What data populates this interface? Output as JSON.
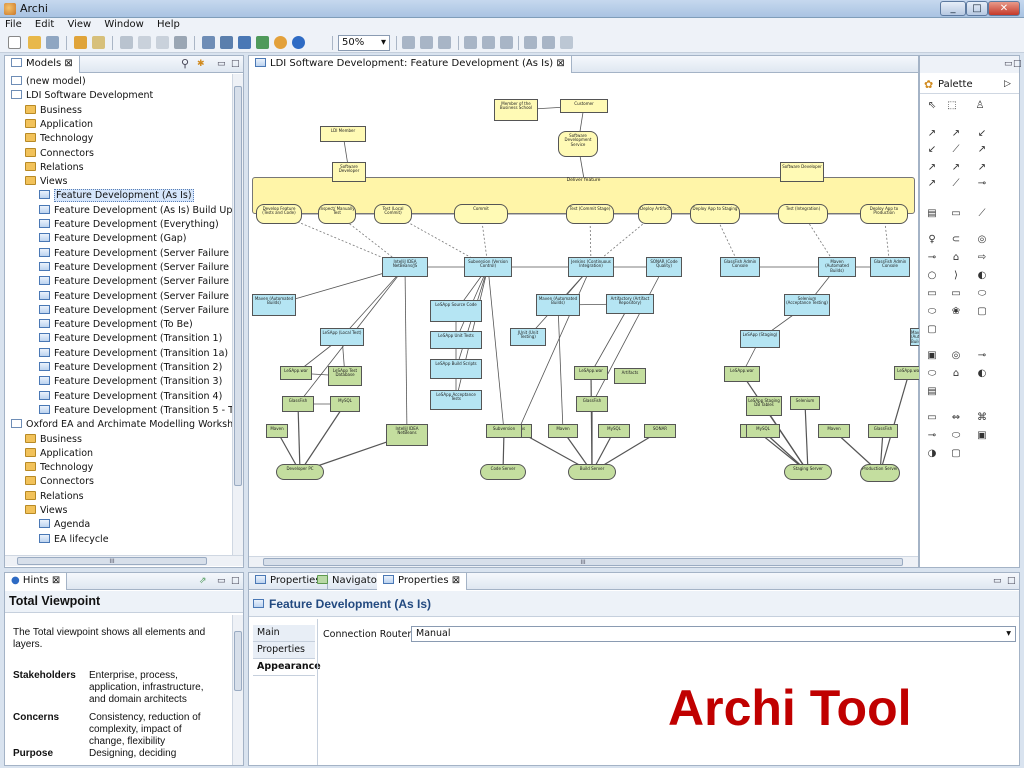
{
  "window": {
    "title": "Archi",
    "min": "_",
    "max": "□",
    "close": "✕"
  },
  "menu": [
    "File",
    "Edit",
    "View",
    "Window",
    "Help"
  ],
  "toolbar": {
    "zoom": "50%"
  },
  "models_panel": {
    "tab": "Models",
    "tree": [
      {
        "label": "(new model)",
        "indent": 1,
        "icon": "model"
      },
      {
        "label": "LDI Software Development",
        "indent": 1,
        "icon": "model"
      },
      {
        "label": "Business",
        "indent": 2,
        "icon": "folder"
      },
      {
        "label": "Application",
        "indent": 2,
        "icon": "folder"
      },
      {
        "label": "Technology",
        "indent": 2,
        "icon": "folder"
      },
      {
        "label": "Connectors",
        "indent": 2,
        "icon": "folder"
      },
      {
        "label": "Relations",
        "indent": 2,
        "icon": "folder"
      },
      {
        "label": "Views",
        "indent": 2,
        "icon": "folder"
      },
      {
        "label": "Feature Development (As Is)",
        "indent": 3,
        "icon": "view",
        "selected": true
      },
      {
        "label": "Feature Development (As Is) Build Up",
        "indent": 3,
        "icon": "view"
      },
      {
        "label": "Feature Development (Everything)",
        "indent": 3,
        "icon": "view"
      },
      {
        "label": "Feature Development (Gap)",
        "indent": 3,
        "icon": "view"
      },
      {
        "label": "Feature Development (Server Failure 1",
        "indent": 3,
        "icon": "view"
      },
      {
        "label": "Feature Development (Server Failure 2",
        "indent": 3,
        "icon": "view"
      },
      {
        "label": "Feature Development (Server Failure 3",
        "indent": 3,
        "icon": "view"
      },
      {
        "label": "Feature Development (Server Failure 4",
        "indent": 3,
        "icon": "view"
      },
      {
        "label": "Feature Development (Server Failure 5",
        "indent": 3,
        "icon": "view"
      },
      {
        "label": "Feature Development (To Be)",
        "indent": 3,
        "icon": "view"
      },
      {
        "label": "Feature Development (Transition 1)",
        "indent": 3,
        "icon": "view"
      },
      {
        "label": "Feature Development (Transition 1a)",
        "indent": 3,
        "icon": "view"
      },
      {
        "label": "Feature Development (Transition 2)",
        "indent": 3,
        "icon": "view"
      },
      {
        "label": "Feature Development (Transition 3)",
        "indent": 3,
        "icon": "view"
      },
      {
        "label": "Feature Development (Transition 4)",
        "indent": 3,
        "icon": "view"
      },
      {
        "label": "Feature Development (Transition 5 - T",
        "indent": 3,
        "icon": "view"
      },
      {
        "label": "Oxford EA and Archimate Modelling Worksh",
        "indent": 1,
        "icon": "model"
      },
      {
        "label": "Business",
        "indent": 2,
        "icon": "folder"
      },
      {
        "label": "Application",
        "indent": 2,
        "icon": "folder"
      },
      {
        "label": "Technology",
        "indent": 2,
        "icon": "folder"
      },
      {
        "label": "Connectors",
        "indent": 2,
        "icon": "folder"
      },
      {
        "label": "Relations",
        "indent": 2,
        "icon": "folder"
      },
      {
        "label": "Views",
        "indent": 2,
        "icon": "folder"
      },
      {
        "label": "Agenda",
        "indent": 3,
        "icon": "view"
      },
      {
        "label": "EA lifecycle",
        "indent": 3,
        "icon": "view"
      }
    ],
    "hscroll_mark": "III"
  },
  "diagram": {
    "tab": "LDI Software Development: Feature Development (As Is)",
    "hscroll_mark": "III",
    "process_group_label": "Deliver feature",
    "nodes": [
      {
        "label": "Member of the Business School",
        "kind": "biz"
      },
      {
        "label": "Customer",
        "kind": "biz"
      },
      {
        "label": "LDI Member",
        "kind": "biz"
      },
      {
        "label": "Software Development Service",
        "kind": "biz"
      },
      {
        "label": "Software Developer",
        "kind": "biz"
      },
      {
        "label": "Software Developer",
        "kind": "biz"
      },
      {
        "label": "Develop Feature (Tests and Code)",
        "kind": "biz"
      },
      {
        "label": "Inspect/ Manually Test",
        "kind": "biz"
      },
      {
        "label": "Test (Local Commit)",
        "kind": "biz"
      },
      {
        "label": "Commit",
        "kind": "biz"
      },
      {
        "label": "Test (Commit Stage)",
        "kind": "biz"
      },
      {
        "label": "Deploy Artifact",
        "kind": "biz"
      },
      {
        "label": "Deploy App to Staging",
        "kind": "biz"
      },
      {
        "label": "Test (Integration)",
        "kind": "biz"
      },
      {
        "label": "Deploy App to Production",
        "kind": "biz"
      },
      {
        "label": "IntelliJ IDEA NetBeans/JS",
        "kind": "app"
      },
      {
        "label": "Subversion (Version Control)",
        "kind": "app"
      },
      {
        "label": "Jenkins (Continuous Integration)",
        "kind": "app"
      },
      {
        "label": "SONAR (Code Quality)",
        "kind": "app"
      },
      {
        "label": "GlassFish Admin Console",
        "kind": "app"
      },
      {
        "label": "Maven (Automated Builds)",
        "kind": "app"
      },
      {
        "label": "GlassFish Admin Console",
        "kind": "app"
      },
      {
        "label": "Maven (Automated Builds)",
        "kind": "app"
      },
      {
        "label": "LeSApp (Local Test)",
        "kind": "app"
      },
      {
        "label": "LeSApp Source Code",
        "kind": "app"
      },
      {
        "label": "LeSApp Unit Tests",
        "kind": "app"
      },
      {
        "label": "LeSApp Build Scripts",
        "kind": "app"
      },
      {
        "label": "LeSApp Acceptance Tests",
        "kind": "app"
      },
      {
        "label": "Maven (Automated Builds)",
        "kind": "app"
      },
      {
        "label": "Artifactory (Artifact Repository)",
        "kind": "app"
      },
      {
        "label": "JUnit (Unit Testing)",
        "kind": "app"
      },
      {
        "label": "Selenium (Acceptance Testing)",
        "kind": "app"
      },
      {
        "label": "LeSApp (Staging)",
        "kind": "app"
      },
      {
        "label": "Maven (Automated Builds)",
        "kind": "app"
      },
      {
        "label": "LeSApp.war",
        "kind": "tech"
      },
      {
        "label": "LeSApp Test Database",
        "kind": "tech"
      },
      {
        "label": "GlassFish",
        "kind": "tech"
      },
      {
        "label": "MySQL",
        "kind": "tech"
      },
      {
        "label": "Maven",
        "kind": "tech"
      },
      {
        "label": "IntelliJ IDEA NetBeans",
        "kind": "tech"
      },
      {
        "label": "Jenkins",
        "kind": "tech"
      },
      {
        "label": "LeSApp.war",
        "kind": "tech"
      },
      {
        "label": "GlassFish",
        "kind": "tech"
      },
      {
        "label": "Artifacts",
        "kind": "tech"
      },
      {
        "label": "Subversion",
        "kind": "tech"
      },
      {
        "label": "Maven",
        "kind": "tech"
      },
      {
        "label": "MySQL",
        "kind": "tech"
      },
      {
        "label": "SONAR",
        "kind": "tech"
      },
      {
        "label": "LeSApp.war",
        "kind": "tech"
      },
      {
        "label": "LeSApp Staging DB Tables",
        "kind": "tech"
      },
      {
        "label": "Selenium",
        "kind": "tech"
      },
      {
        "label": "GlassFish",
        "kind": "tech"
      },
      {
        "label": "MySQL",
        "kind": "tech"
      },
      {
        "label": "Maven",
        "kind": "tech"
      },
      {
        "label": "GlassFish",
        "kind": "tech"
      },
      {
        "label": "LeSApp.war",
        "kind": "tech"
      },
      {
        "label": "Developer PC",
        "kind": "tech"
      },
      {
        "label": "Code Server",
        "kind": "tech"
      },
      {
        "label": "Build Server",
        "kind": "tech"
      },
      {
        "label": "Staging Server",
        "kind": "tech"
      },
      {
        "label": "Production Server",
        "kind": "tech"
      }
    ]
  },
  "palette": {
    "title": "Palette"
  },
  "hints_panel": {
    "tab": "Hints",
    "title": "Total Viewpoint",
    "description": "The Total viewpoint shows all elements and layers.",
    "rows": [
      {
        "key": "Stakeholders",
        "value": "Enterprise, process, application, infrastructure, and domain architects"
      },
      {
        "key": "Concerns",
        "value": "Consistency, reduction of complexity, impact of change, flexibility"
      },
      {
        "key": "Purpose",
        "value": "Designing, deciding"
      }
    ]
  },
  "properties_panel": {
    "tabs": [
      "Properties",
      "Navigator",
      "Properties"
    ],
    "title": "Feature Development (As Is)",
    "side_tabs": [
      "Main",
      "Properties",
      "Appearance"
    ],
    "connection_router_label": "Connection Router:",
    "connection_router_value": "Manual"
  },
  "overlay_title": "Archi Tool",
  "colors": {
    "business": "#fffab5",
    "application": "#b5e5f3",
    "technology": "#c4de9f",
    "overlay": "#c00000"
  }
}
